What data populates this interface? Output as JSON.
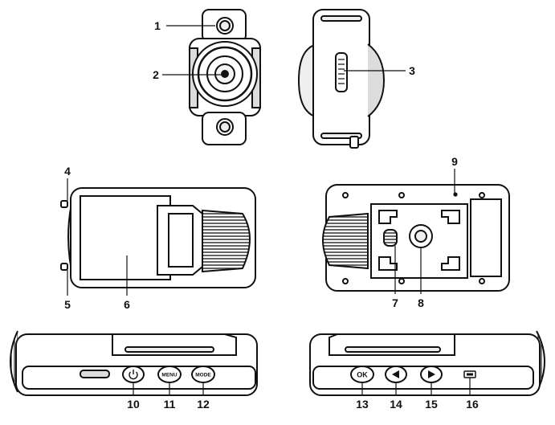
{
  "callouts": {
    "n1": "1",
    "n2": "2",
    "n3": "3",
    "n4": "4",
    "n5": "5",
    "n6": "6",
    "n7": "7",
    "n8": "8",
    "n9": "9",
    "n10": "10",
    "n11": "11",
    "n12": "12",
    "n13": "13",
    "n14": "14",
    "n15": "15",
    "n16": "16"
  },
  "buttons": {
    "menu": "MENU",
    "mode": "MODE",
    "ok": "OK"
  },
  "icons": {
    "power": "power-icon",
    "left": "triangle-left-icon",
    "right": "triangle-right-icon"
  },
  "colors": {
    "line": "#111111",
    "body_fill": "#ffffff",
    "shade": "#d8d8d8"
  }
}
